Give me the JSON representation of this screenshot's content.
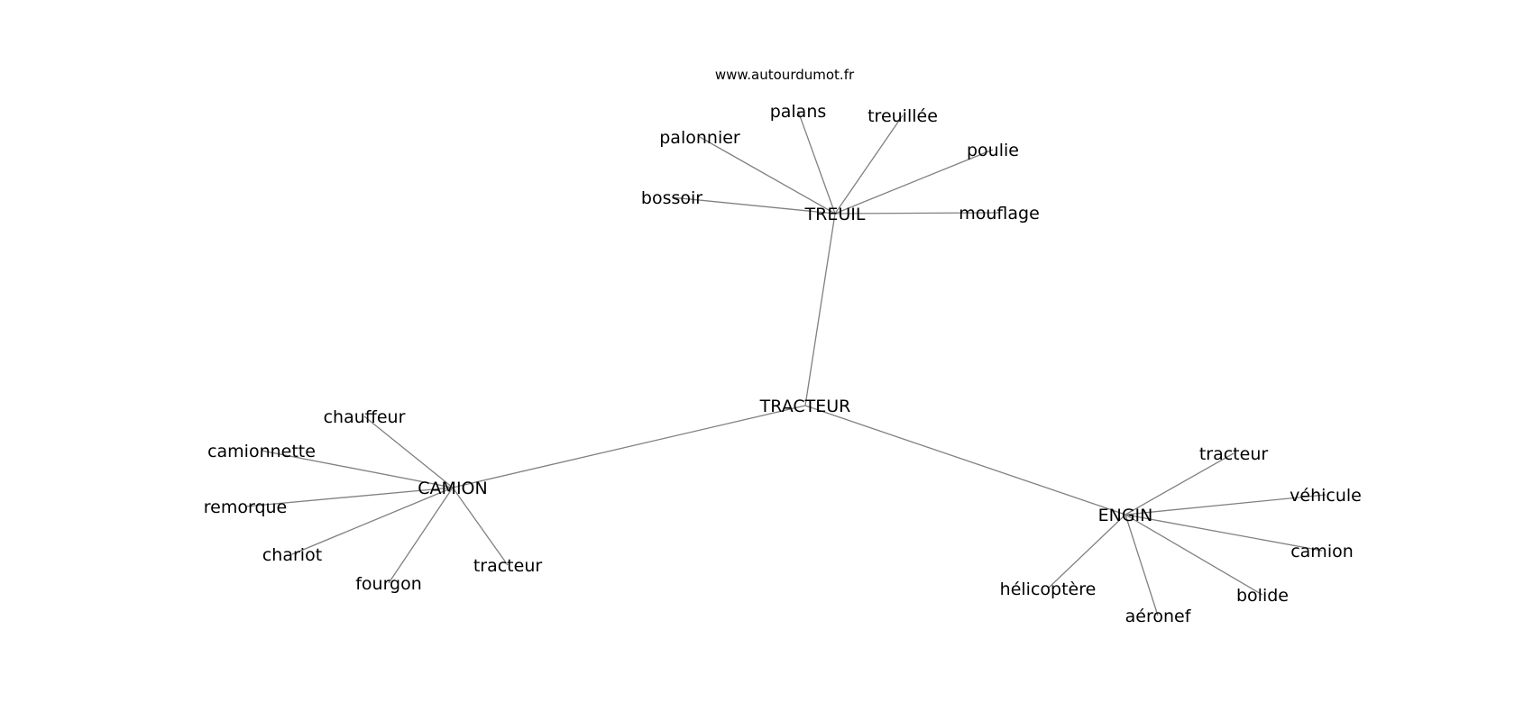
{
  "site": "www.autourdumot.fr",
  "center": "TRACTEUR",
  "clusters": [
    {
      "hub": "TREUIL",
      "words": [
        "bossoir",
        "palonnier",
        "palans",
        "treuillée",
        "poulie",
        "mouflage"
      ]
    },
    {
      "hub": "CAMION",
      "words": [
        "chauffeur",
        "camionnette",
        "remorque",
        "chariot",
        "fourgon",
        "tracteur"
      ]
    },
    {
      "hub": "ENGIN",
      "words": [
        "tracteur",
        "véhicule",
        "camion",
        "bolide",
        "aéronef",
        "hélicoptère"
      ]
    }
  ]
}
